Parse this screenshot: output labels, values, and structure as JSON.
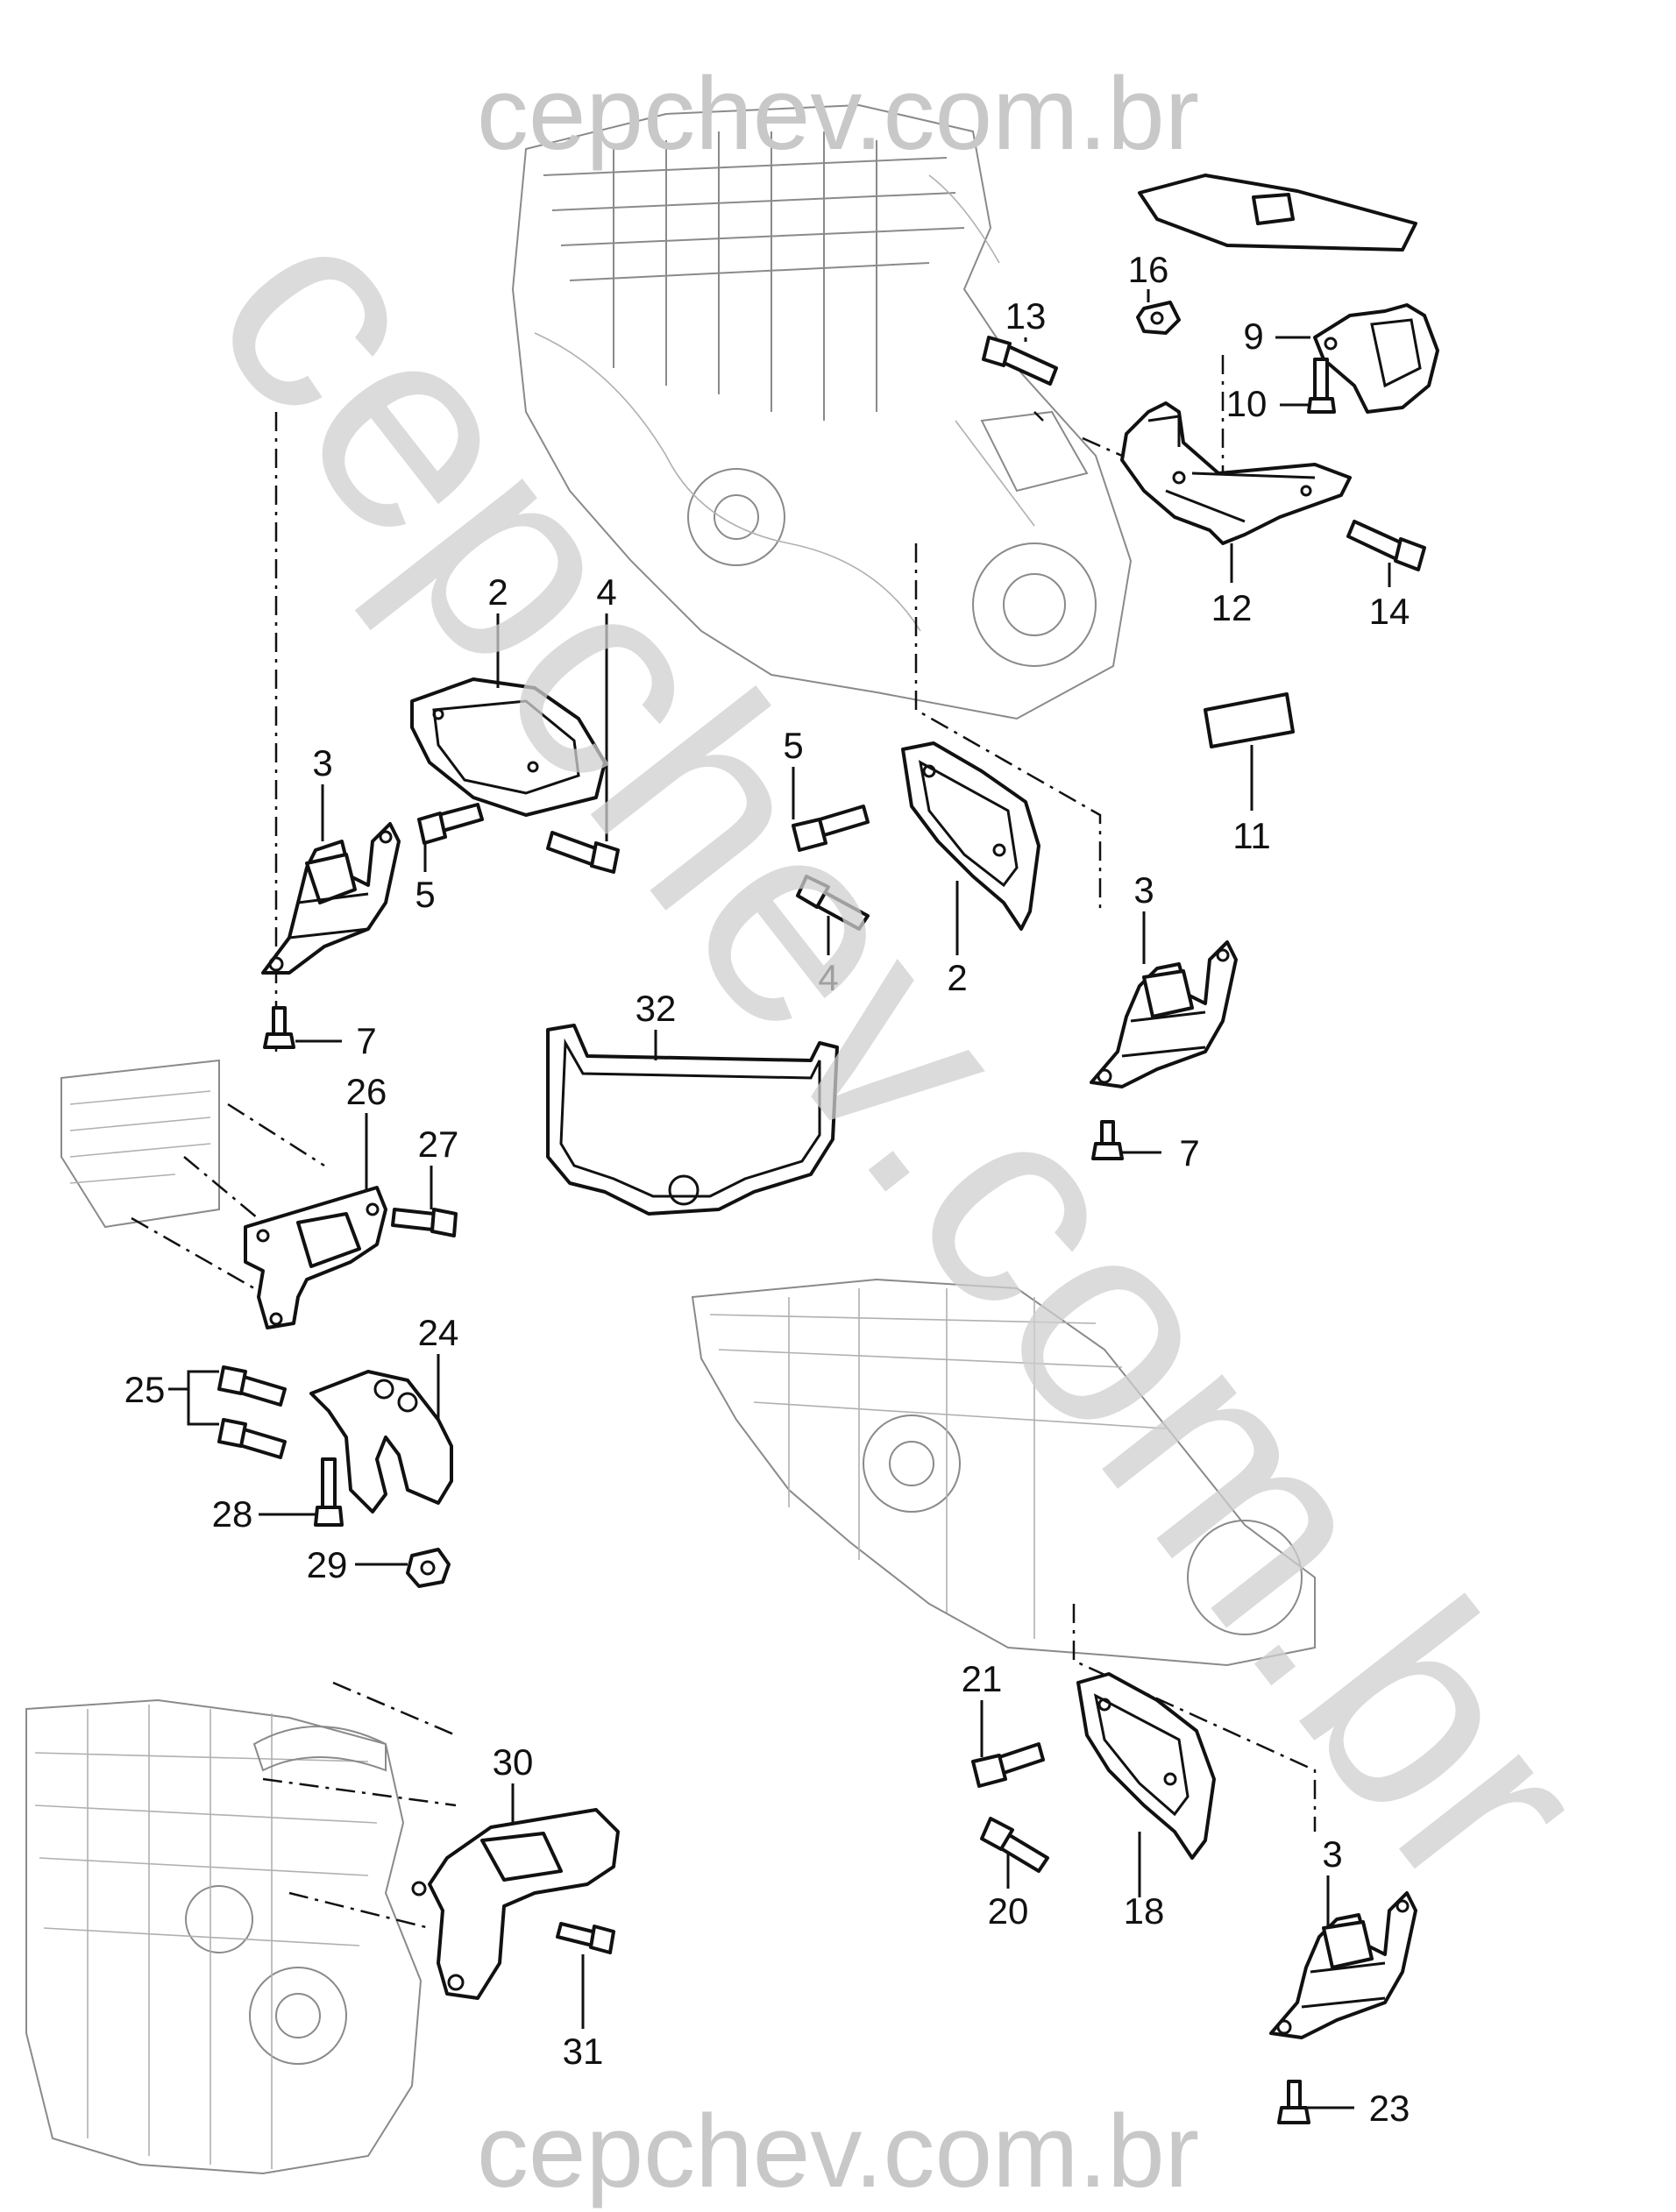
{
  "watermark": {
    "top": "cepchev.com.br",
    "bottom": "cepchev.com.br",
    "diagonal": "cepchev.com.br"
  },
  "callouts": {
    "c2a": "2",
    "c4a": "4",
    "c3a": "3",
    "c5a": "5",
    "c7a": "7",
    "c13": "13",
    "c16": "16",
    "c9": "9",
    "c10": "10",
    "c12": "12",
    "c14": "14",
    "c11": "11",
    "c5b": "5",
    "c4b": "4",
    "c2b": "2",
    "c3b": "3",
    "c7b": "7",
    "c32": "32",
    "c26": "26",
    "c27": "27",
    "c24": "24",
    "c25": "25",
    "c28": "28",
    "c29": "29",
    "c21": "21",
    "c20": "20",
    "c18": "18",
    "c3c": "3",
    "c23": "23",
    "c30": "30",
    "c31": "31"
  },
  "colors": {
    "line": "#111111",
    "watermark": "#c8c8c8",
    "background": "#ffffff"
  }
}
